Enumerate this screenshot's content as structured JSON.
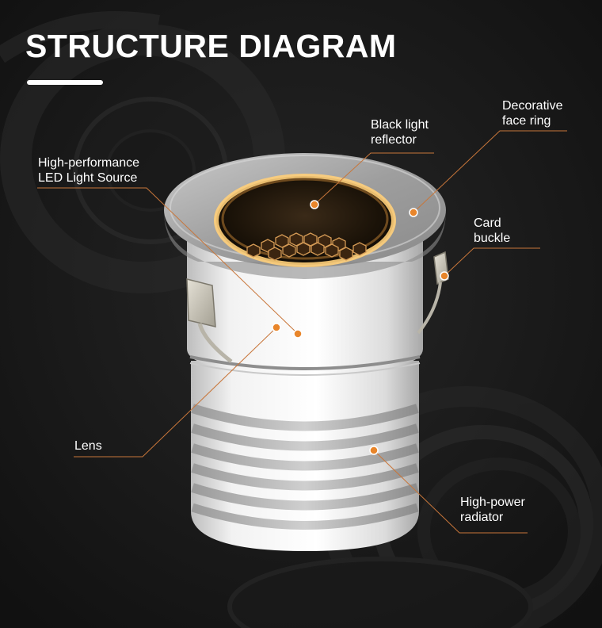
{
  "title": "STRUCTURE DIAGRAM",
  "colors": {
    "background": "#141414",
    "accent": "#e8852a",
    "leader_line": "#c8763a",
    "text": "#ffffff",
    "housing": "#e6e6e6",
    "warm_glow": "#ffcf7a"
  },
  "callouts": [
    {
      "id": "led-light-source",
      "label": "High-performance\nLED Light Source"
    },
    {
      "id": "black-light-reflector",
      "label": "Black light\nreflector"
    },
    {
      "id": "decorative-face-ring",
      "label": "Decorative\nface ring"
    },
    {
      "id": "card-buckle",
      "label": "Card\nbuckle"
    },
    {
      "id": "lens",
      "label": "Lens"
    },
    {
      "id": "high-power-radiator",
      "label": "High-power\nradiator"
    }
  ]
}
